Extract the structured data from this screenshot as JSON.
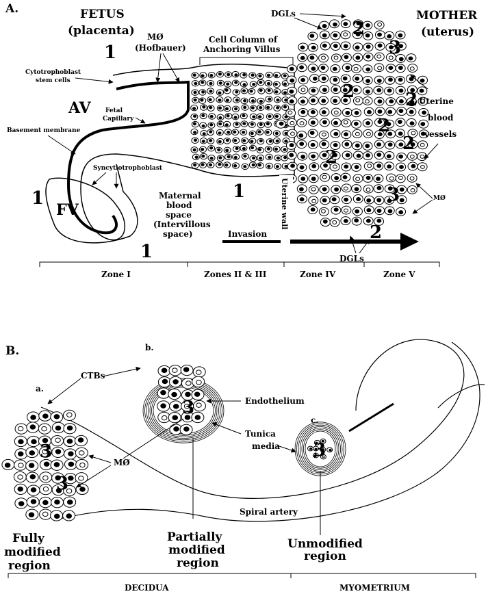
{
  "panelA": {
    "letter": "A.",
    "fetus": "FETUS",
    "placenta": "(placenta)",
    "mother": "MOTHER",
    "uterus": "(uterus)",
    "mo": "MØ",
    "hofbauer": "(Hofbauer)",
    "cell_column_1": "Cell Column of",
    "cell_column_2": "Anchoring      Villus",
    "dgls": "DGLs",
    "dgls_bottom": "DGLs",
    "cyto_1": "Cytotrophoblast",
    "cyto_2": "stem cells",
    "av": "AV",
    "fetal_1": "Fetal",
    "fetal_2": "Capillary",
    "basement": "Basement membrane",
    "syncytio": "Syncytiotrophoblast",
    "fv": "FV",
    "maternal_1": "Maternal",
    "maternal_2": "blood",
    "maternal_3": "space",
    "maternal_4": "(Intervillous",
    "maternal_5": "space)",
    "uterine_wall": "Uterine wall",
    "invasion": "Invasion",
    "uterine_vessels_1": "Uterine",
    "uterine_vessels_2": "blood",
    "uterine_vessels_3": "vessels",
    "mo_small": "MØ",
    "zone1": "Zone I",
    "zone23": "Zones II & III",
    "zone4": "Zone IV",
    "zone5": "Zone V",
    "n1": "1",
    "n2": "2",
    "n3": "3"
  },
  "panelB": {
    "letter": "B.",
    "a": "a.",
    "b": "b.",
    "c": "c.",
    "ctbs": "CTBs",
    "endothelium": "Endothelium",
    "tunica_1": "Tunica",
    "tunica_2": "media",
    "mo": "MØ",
    "spiral": "Spiral artery",
    "fully_1": "Fully",
    "fully_2": "modified",
    "fully_3": "region",
    "partial_1": "Partially",
    "partial_2": "modified",
    "partial_3": "region",
    "unmod_1": "Unmodified",
    "unmod_2": "region",
    "decidua": "DECIDUA",
    "myometrium": "MYOMETRIUM",
    "n3": "3"
  }
}
